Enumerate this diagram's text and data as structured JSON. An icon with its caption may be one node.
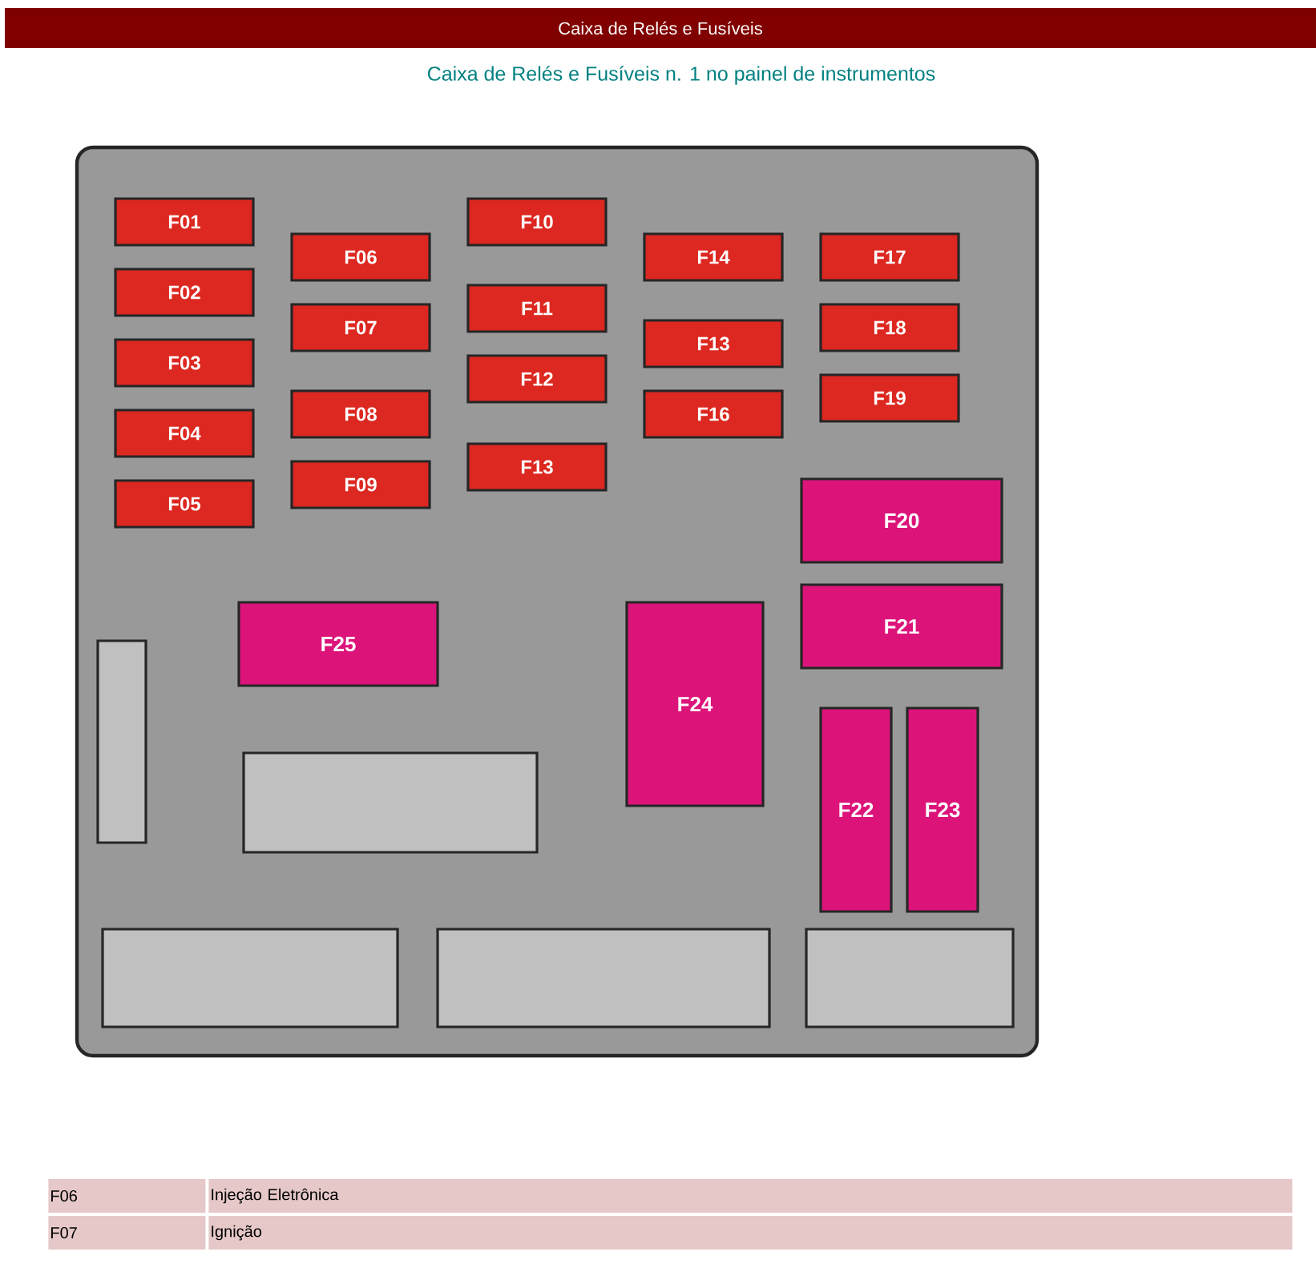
{
  "diagram": {
    "title": "Caixa de Relés  e  Fusíveis",
    "nodes": [
      {
        "text": [],
        "shape": "box"
      },
      {
        "text": [
          "F01"
        ],
        "in": 0
      },
      {
        "text": [
          "F02"
        ],
        "in": 0
      },
      {
        "text": [
          "F03"
        ],
        "in": 0
      },
      {
        "text": [
          "F04"
        ],
        "in": 0
      },
      {
        "text": [
          "F05"
        ],
        "in": 0
      },
      {
        "text": [
          "F06"
        ],
        "in": 0
      },
      {
        "text": [
          "F07"
        ],
        "in": 0
      },
      {
        "text": [
          "F08"
        ],
        "in": 0
      },
      {
        "text": [
          "F09"
        ],
        "in": 0
      },
      {
        "text": [
          "F10"
        ],
        "in": 0
      },
      {
        "text": [
          "F11"
        ],
        "in": 0
      },
      {
        "text": [
          "F12"
        ],
        "in": 0
      },
      {
        "text": [
          "F13"
        ],
        "in": 0
      },
      {
        "text": [
          "F14"
        ],
        "in": 0
      },
      {
        "text": [
          "F13"
        ],
        "in": 0
      },
      {
        "text": [
          "F16"
        ],
        "in": 0
      },
      {
        "text": [
          "F17"
        ],
        "in": 0
      },
      {
        "text": [
          "F18"
        ],
        "in": 0
      },
      {
        "text": [
          "F19"
        ],
        "in": 0
      },
      {
        "text": [
          "F20"
        ],
        "in": 0
      },
      {
        "text": [
          "F21"
        ],
        "in": 0
      },
      {
        "text": [
          "F25"
        ],
        "in": 0
      },
      {
        "text": [
          "F24"
        ],
        "in": 0
      },
      {
        "text": [
          "F22"
        ],
        "in": 0
      },
      {
        "text": [
          "F23"
        ],
        "in": 0
      },
      {
        "text": [],
        "shape": "box",
        "in": 0
      },
      {
        "text": [],
        "shape": "box",
        "in": 0
      },
      {
        "text": [],
        "shape": "box",
        "in": 0
      },
      {
        "text": [],
        "shape": "box",
        "in": 0
      },
      {
        "text": [],
        "shape": "box",
        "in": 0
      }
    ],
    "labels": [
      "Caixa de Relés  e  Fusíveis n. 1  no painel de instrumentos",
      "F06",
      "Injeção Eletrônica",
      "F07",
      "Ignição"
    ]
  }
}
